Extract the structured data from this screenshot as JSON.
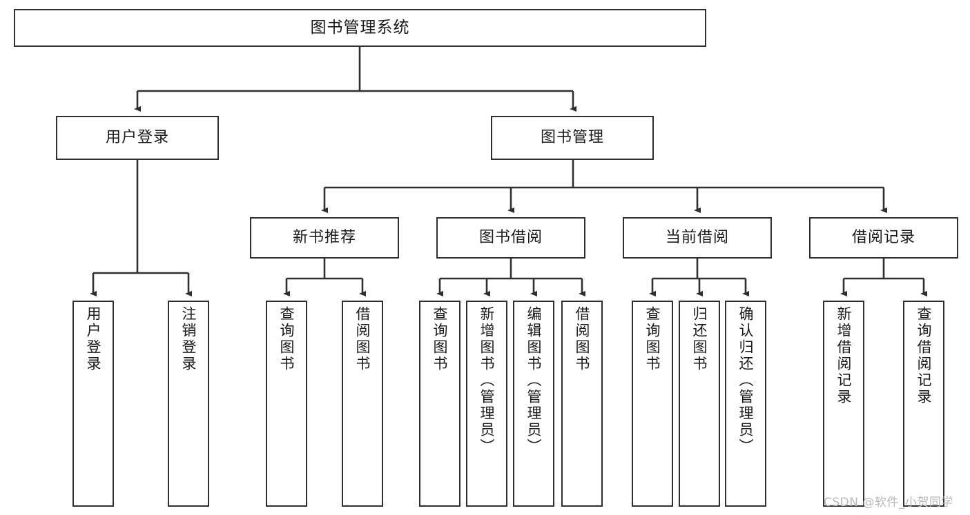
{
  "diagram": {
    "title": "图书管理系统",
    "type": "tree-hierarchy",
    "root": {
      "id": "root",
      "label": "图书管理系统"
    },
    "level2": [
      {
        "id": "user-login",
        "label": "用户登录"
      },
      {
        "id": "book-manage",
        "label": "图书管理"
      }
    ],
    "level3": [
      {
        "id": "new-book-recommend",
        "label": "新书推荐"
      },
      {
        "id": "book-borrow",
        "label": "图书借阅"
      },
      {
        "id": "current-borrow",
        "label": "当前借阅"
      },
      {
        "id": "borrow-record",
        "label": "借阅记录"
      }
    ],
    "leaves": {
      "user_login": [
        {
          "id": "leaf-user-login",
          "label": "用户登录"
        },
        {
          "id": "leaf-logout-login",
          "label": "注销登录"
        }
      ],
      "new_book_recommend": [
        {
          "id": "leaf-query-book-1",
          "label": "查询图书"
        },
        {
          "id": "leaf-borrow-book-1",
          "label": "借阅图书"
        }
      ],
      "book_borrow": [
        {
          "id": "leaf-query-book-2",
          "label": "查询图书"
        },
        {
          "id": "leaf-add-book",
          "label": "新增图书（管理员）"
        },
        {
          "id": "leaf-edit-book",
          "label": "编辑图书（管理员）"
        },
        {
          "id": "leaf-borrow-book-2",
          "label": "借阅图书"
        }
      ],
      "current_borrow": [
        {
          "id": "leaf-query-book-3",
          "label": "查询图书"
        },
        {
          "id": "leaf-return-book",
          "label": "归还图书"
        },
        {
          "id": "leaf-confirm-return",
          "label": "确认归还（管理员）"
        }
      ],
      "borrow_record": [
        {
          "id": "leaf-add-record",
          "label": "新增借阅记录"
        },
        {
          "id": "leaf-query-record",
          "label": "查询借阅记录"
        }
      ]
    },
    "colors": {
      "border": "#2f2f2f",
      "background": "#ffffff",
      "text": "#1a1a1a",
      "watermark": "#b9b9b9"
    }
  },
  "watermark": {
    "text": "CSDN @软件_小贺同学"
  }
}
